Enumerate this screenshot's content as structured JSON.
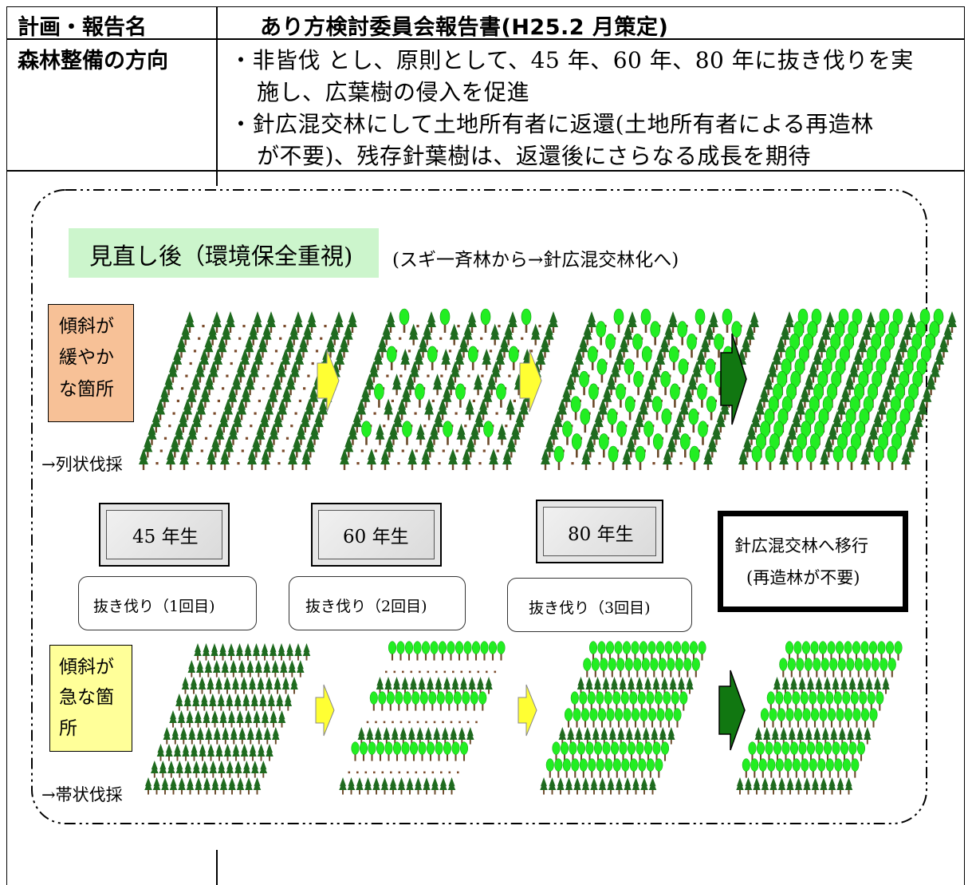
{
  "table": {
    "row1": {
      "label": "計画・報告名",
      "value": "あり方検討委員会報告書(H25.2 月策定)"
    },
    "row2": {
      "label": "森林整備の方向",
      "bullets": [
        {
          "line1": "・非皆伐 とし、原則として、45 年、60 年、80 年に抜き伐りを実",
          "line2": "施し、広葉樹の侵入を促進"
        },
        {
          "line1": "・針広混交林にして土地所有者に返還(土地所有者による再造林",
          "line2": "が不要)、残存針葉樹は、返還後にさらなる成長を期待"
        }
      ]
    }
  },
  "figure": {
    "title": "見直し後（環境保全重視)",
    "subtitle": "(スギ一斉林から→針広混交林化へ)",
    "gentle": {
      "lines": [
        "傾斜が",
        "緩やか",
        "な箇所"
      ],
      "method": "→列状伐採"
    },
    "steep": {
      "lines": [
        "傾斜が",
        "急な箇",
        "所"
      ],
      "method": "→帯状伐採"
    },
    "ages": [
      "45 年生",
      "60 年生",
      "80 年生"
    ],
    "cuts": [
      "抜き伐り（1回目)",
      "抜き伐り（2回目)",
      "抜き伐り（3回目)"
    ],
    "final": {
      "line1": "針広混交林へ移行",
      "line2": "(再造林が不要)"
    },
    "colors": {
      "conifer": "#1f6b1f",
      "broadleaf": "#22ee22",
      "trunk": "#6b4a2a",
      "arrow_yellow": "#ffff33",
      "arrow_green": "#117711",
      "title_bg": "#ccf5cc",
      "gentle_bg": "#f7c197",
      "steep_bg": "#ffff99"
    },
    "icons": [
      "conifer-tree-icon",
      "broadleaf-tree-icon",
      "stump-icon",
      "arrow-right-icon"
    ]
  }
}
